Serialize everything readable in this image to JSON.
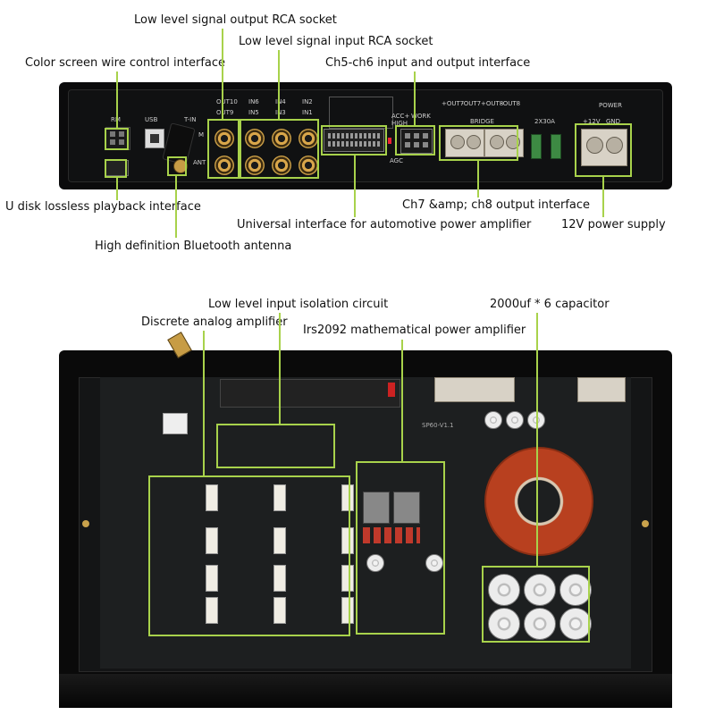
{
  "top_panel": {
    "labels": {
      "low_out_rca": "Low level signal output RCA socket",
      "low_in_rca": "Low level signal input RCA socket",
      "color_screen": "Color screen wire control interface",
      "ch56": "Ch5-ch6 input and output interface",
      "udisk": "U disk lossless playback interface",
      "ch78": "Ch7 &amp; ch8 output interface",
      "universal": "Universal interface for automotive power amplifier",
      "power12v": "12V power supply",
      "bluetooth": "High definition Bluetooth antenna"
    },
    "silkscreen": {
      "rm": "RM",
      "usb": "USB",
      "tin": "T-IN",
      "m": "M",
      "ant": "ANT",
      "out10": "OUT10",
      "out9": "OUT9",
      "in6": "IN6",
      "in5": "IN5",
      "in4": "IN4",
      "in3": "IN3",
      "in2": "IN2",
      "in1": "IN1",
      "acc": "ACC+",
      "high": "HIGH",
      "work": "WORK",
      "agc": "AGC",
      "out7p": "+OUT7",
      "out7m": "-OUT7",
      "out8p": "+OUT8",
      "out8m": "-OUT8",
      "bridge": "BRIDGE",
      "fuse": "2X30A",
      "power": "POWER",
      "p12v": "+12V",
      "gnd": "GND"
    }
  },
  "bottom_panel": {
    "labels": {
      "isolation": "Low level input isolation circuit",
      "capacitor": "2000uf * 6 capacitor",
      "discrete": "Discrete analog amplifier",
      "irs2092": "Irs2092 mathematical power amplifier"
    },
    "silkscreen": {
      "board": "SP60-V1.1"
    }
  },
  "colors": {
    "highlight": "#a8d24b",
    "panel": "#0b0b0c"
  }
}
